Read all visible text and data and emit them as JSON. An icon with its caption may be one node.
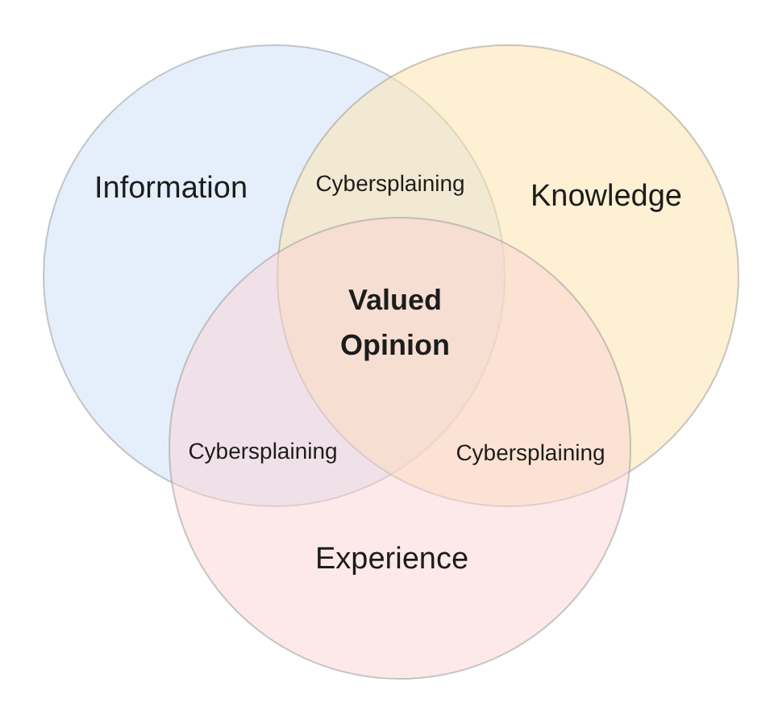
{
  "diagram": {
    "nodes": [
      {
        "text": [
          "Information"
        ]
      },
      {
        "text": [
          "Knowledge"
        ]
      },
      {
        "text": [
          "Experience"
        ]
      }
    ],
    "labels": [
      "Cybersplaining",
      "Valued Opinion",
      "Cybersplaining",
      "Cybersplaining"
    ]
  }
}
